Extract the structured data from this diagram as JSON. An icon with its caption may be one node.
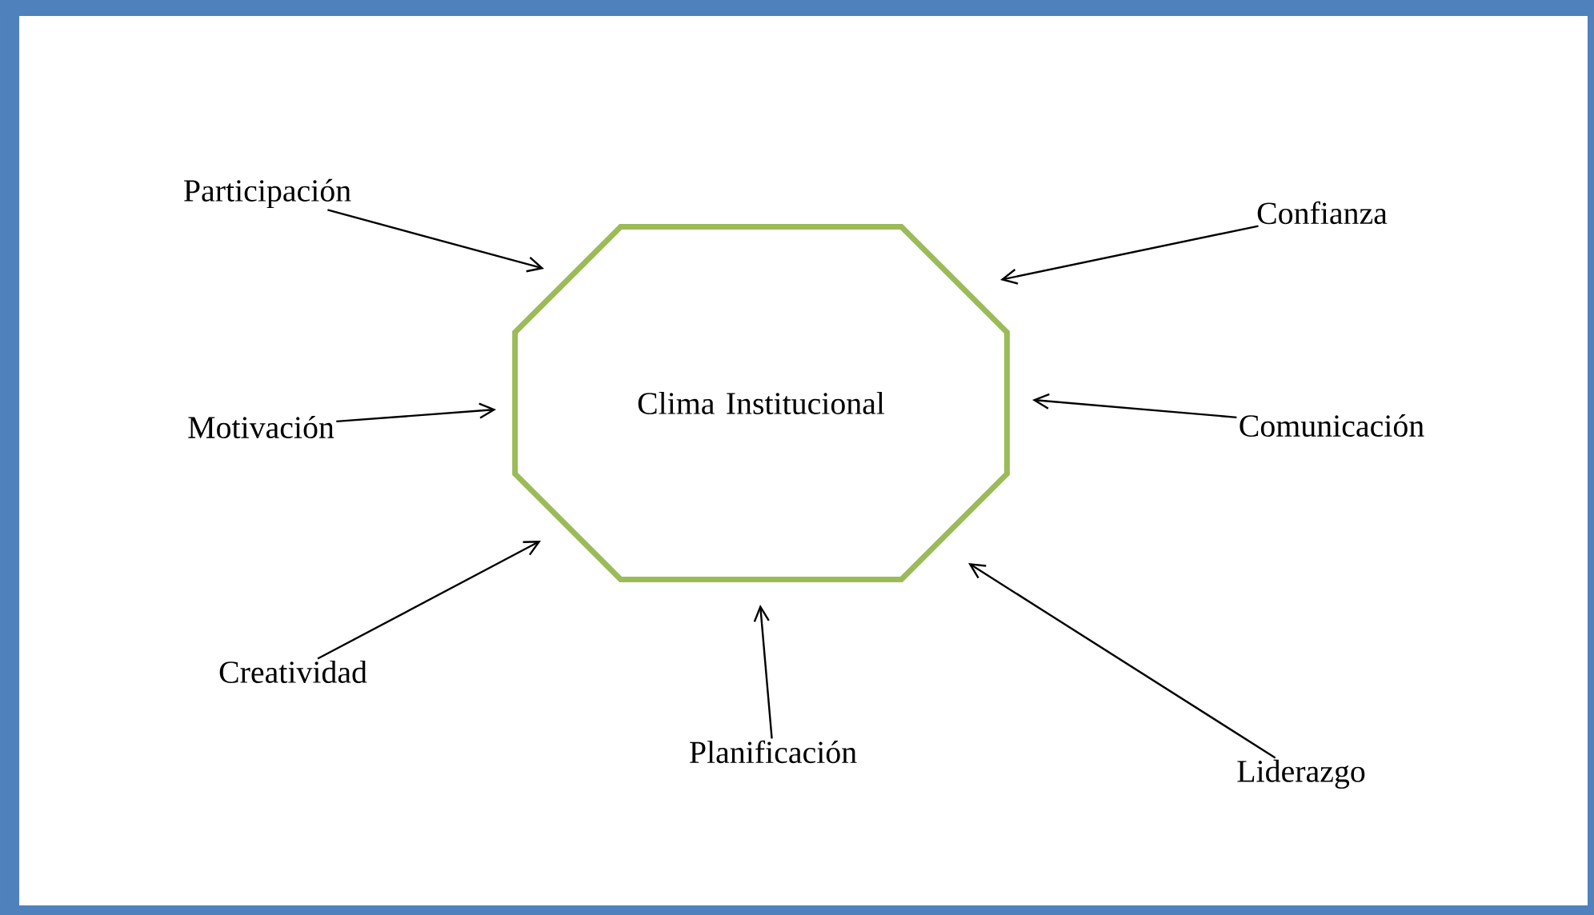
{
  "diagram": {
    "nodes": [
      {
        "text": [
          "Clima Institucional"
        ]
      },
      {
        "text": [
          "Participación"
        ]
      },
      {
        "text": [
          "Confianza"
        ]
      },
      {
        "text": [
          "Motivación"
        ]
      },
      {
        "text": [
          "Comunicación"
        ]
      },
      {
        "text": [
          "Creatividad"
        ]
      },
      {
        "text": [
          "Planificación"
        ]
      },
      {
        "text": [
          "Liderazgo"
        ]
      }
    ],
    "edges": [
      {
        "from": 1,
        "to": 0,
        "arrow": "to"
      },
      {
        "from": 2,
        "to": 0,
        "arrow": "to"
      },
      {
        "from": 3,
        "to": 0,
        "arrow": "to"
      },
      {
        "from": 4,
        "to": 0,
        "arrow": "to"
      },
      {
        "from": 5,
        "to": 0,
        "arrow": "to"
      },
      {
        "from": 6,
        "to": 0,
        "arrow": "to"
      },
      {
        "from": 7,
        "to": 0,
        "arrow": "to"
      }
    ]
  }
}
